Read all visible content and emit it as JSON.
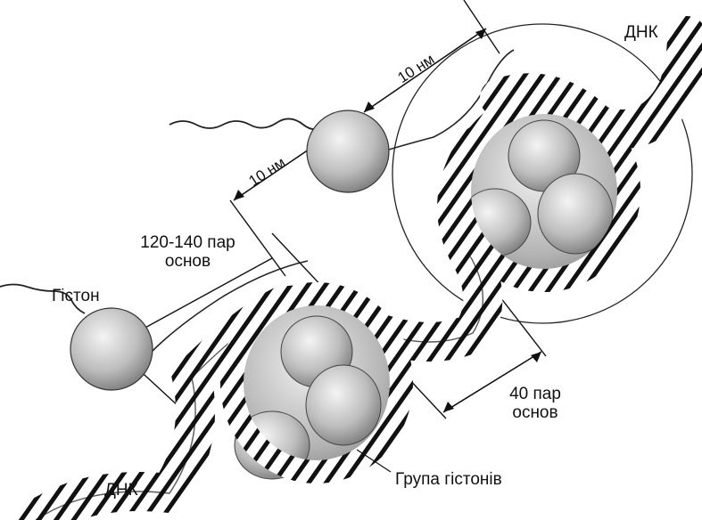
{
  "labels": {
    "dna_top": "ДНК",
    "dna_bottom": "ДНК",
    "histone": "Гістон",
    "base_pairs_120_140": "120-140 пар основ",
    "base_pairs_40": "40 пар основ",
    "histone_group": "Група гістонів",
    "size_10nm_top": "10 нм",
    "size_10nm_left": "10 нм"
  }
}
